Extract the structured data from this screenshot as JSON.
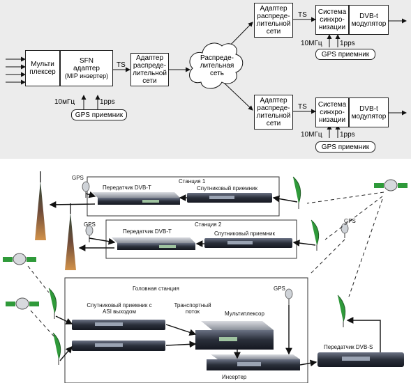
{
  "top_diagram": {
    "mux": {
      "line1": "Мульти",
      "line2": "плексер"
    },
    "sfn": {
      "line1": "SFN",
      "line2": "адаптер",
      "line3": "(MIP инзертер)"
    },
    "ts_label": "TS",
    "adapter_main": {
      "line1": "Адаптер",
      "line2": "распреде-",
      "line3": "лительной",
      "line4": "сети"
    },
    "network": {
      "line1": "Распреде-",
      "line2": "лительная",
      "line3": "сеть"
    },
    "ref_10mhz": "10мГц",
    "pps": "1pps",
    "gps_receiver": "GPS приемник",
    "branch_top": {
      "adapter": {
        "line1": "Адаптер",
        "line2": "распреде-",
        "line3": "лительной",
        "line4": "сети"
      },
      "ts_label": "TS",
      "sync": {
        "line1": "Система",
        "line2": "синхро-",
        "line3": "низации"
      },
      "modulator": {
        "line1": "DVB-t",
        "line2": "модулятор"
      },
      "ref_10mhz": "10МГц",
      "pps": "1pps",
      "gps_receiver": "GPS приемник"
    },
    "branch_bottom": {
      "adapter": {
        "line1": "Адаптер",
        "line2": "распреде-",
        "line3": "лительной",
        "line4": "сети"
      },
      "ts_label": "TS",
      "sync": {
        "line1": "Система",
        "line2": "синхро-",
        "line3": "низации"
      },
      "modulator": {
        "line1": "DVB-t",
        "line2": "модулятор"
      },
      "ref_10mhz": "10МГц",
      "pps": "1pps",
      "gps_receiver": "GPS приемник"
    }
  },
  "bottom_diagram": {
    "gps_label_station1": "GPS",
    "station1": {
      "title": "Станция 1",
      "transmitter": "Передатчик DVB-T",
      "sat_receiver": "Спутниковый приемник"
    },
    "gps_label_station2": "GPS",
    "station2": {
      "title": "Станция 2",
      "transmitter": "Передатчик DVB-T",
      "sat_receiver": "Спутниковый приемник"
    },
    "gps_label_right": "GPS",
    "headend": {
      "title": "Головная станция",
      "sat_receiver_asi": {
        "line1": "Спутниковый приемник с",
        "line2": "ASI выходом"
      },
      "transport_stream": {
        "line1": "Транспортный",
        "line2": "поток"
      },
      "multiplexer": "Мультиплексор",
      "gps_label": "GPS",
      "inserter": "Инсертер"
    },
    "dvbs_transmitter": "Передатчик DVB-S"
  },
  "colors": {
    "top_bg": "#ececec",
    "line": "#111111",
    "device": "#2a2f3a",
    "tower": "#6e4a38",
    "dish": "#2f9a3a"
  }
}
